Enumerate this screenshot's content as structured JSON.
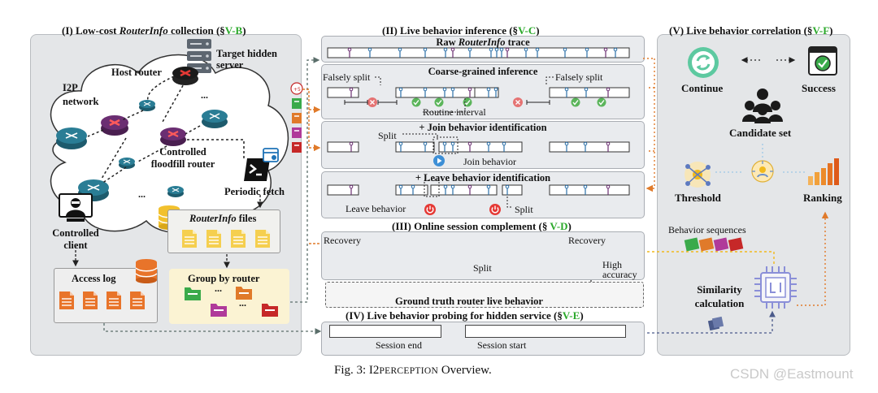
{
  "panel1": {
    "title_pre": "(I) Low-cost ",
    "title_em": "RouterInfo",
    "title_post": " collection (§",
    "title_ref": "V-B",
    "title_end": ")",
    "target_label": "Target hidden server",
    "host_router": "Host router",
    "i2p_network": "I2P network",
    "ellipsis": "...",
    "controlled_floodfill": "Controlled floodfill router",
    "controlled_client": "Controlled client",
    "periodic_fetch": "Periodic fetch",
    "routerinfo_files_em": "RouterInfo",
    "routerinfo_files_post": " files",
    "access_log": "Access log",
    "group_by_router": "Group by router"
  },
  "panel2": {
    "title_pre": "(II) Live behavior inference (§",
    "title_ref": "V-C",
    "title_end": ")",
    "raw_pre": "Raw ",
    "raw_em": "RouterInfo",
    "raw_post": " trace",
    "coarse": "Coarse-grained inference",
    "falsely_split": "Falsely split",
    "routine_interval": "Routine interval",
    "join_title": "+ Join behavior identification",
    "split": "Split",
    "join_behavior": "Join behavior",
    "leave_title": "+ Leave behavior identification",
    "leave_behavior": "Leave behavior",
    "split2": "Split"
  },
  "panel3": {
    "title_pre": "(III) Online session complement (§ ",
    "title_ref": "V-D",
    "title_end": ")",
    "recovery": "Recovery",
    "split": "Split",
    "high_accuracy": "High accuracy",
    "ground_truth": "Ground truth router live behavior"
  },
  "panel4": {
    "title_pre": "(IV) Live behavior probing for hidden service (§",
    "title_ref": "V-E",
    "title_end": ")",
    "session_end": "Session end",
    "session_start": "Session start"
  },
  "panel5": {
    "title_pre": "(V) Live behavior correlation (§",
    "title_ref": "V-F",
    "title_end": ")",
    "continue": "Continue",
    "success": "Success",
    "candidate_set": "Candidate set",
    "threshold": "Threshold",
    "ranking": "Ranking",
    "behavior_sequences": "Behavior sequences",
    "similarity": "Similarity calculation"
  },
  "caption": {
    "pre": "Fig. 3: I2",
    "smallcaps": "PERCEPTION",
    "post": " Overview."
  },
  "watermark": "CSDN @Eastmount",
  "colors": {
    "panel_bg": "#e4e6e8",
    "green_ref": "#2aa82a",
    "orange_arrow": "#e07a2a",
    "router_teal": "#2a7d95",
    "router_purple": "#6b2e72",
    "router_red": "#c62828",
    "check_green": "#5bb55b",
    "error_red": "#e57373",
    "join_blue": "#3d8fd6",
    "files_yellow": "#f5cf4f"
  },
  "icons": [
    "server-icon",
    "router-icon",
    "terminal-icon",
    "database-icon",
    "file-icon",
    "folder-icon",
    "hacker-icon",
    "continue-icon",
    "success-icon",
    "group-icon",
    "threshold-icon",
    "brain-icon",
    "ranking-icon",
    "chip-icon",
    "power-icon",
    "play-icon",
    "check-icon",
    "error-icon",
    "search-icon"
  ]
}
